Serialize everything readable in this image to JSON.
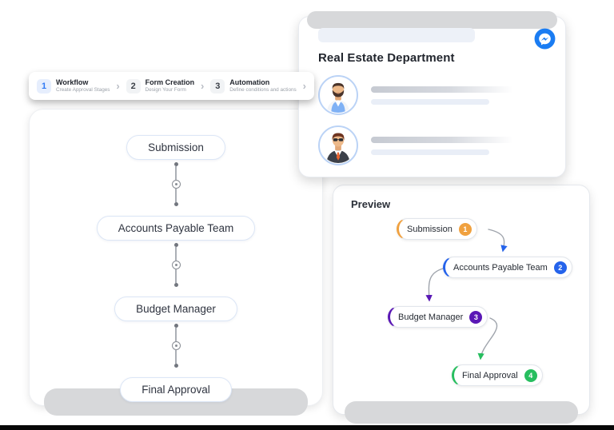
{
  "stepper": {
    "chevron": "›",
    "steps": [
      {
        "num": "1",
        "title": "Workflow",
        "subtitle": "Create Approval Stages",
        "active": true
      },
      {
        "num": "2",
        "title": "Form Creation",
        "subtitle": "Design Your Form",
        "active": false
      },
      {
        "num": "3",
        "title": "Automation",
        "subtitle": "Define conditions and actions",
        "active": false
      }
    ]
  },
  "workflow_panel": {
    "stages": [
      {
        "label": "Submission"
      },
      {
        "label": "Accounts Payable Team"
      },
      {
        "label": "Budget Manager"
      },
      {
        "label": "Final Approval"
      }
    ]
  },
  "chat_card": {
    "title": "Real Estate Department",
    "messenger_icon": "messenger-icon",
    "messenger_color": "#1A7CF2",
    "members": [
      {
        "avatar": "man-blue-vest-avatar"
      },
      {
        "avatar": "man-suit-glasses-avatar"
      }
    ]
  },
  "preview_panel": {
    "title": "Preview",
    "nodes": [
      {
        "num": "1",
        "label": "Submission",
        "color": "#F0A13F"
      },
      {
        "num": "2",
        "label": "Accounts Payable Team",
        "color": "#2563EB"
      },
      {
        "num": "3",
        "label": "Budget Manager",
        "color": "#5A18B5"
      },
      {
        "num": "4",
        "label": "Final Approval",
        "color": "#27BE5F"
      }
    ]
  }
}
